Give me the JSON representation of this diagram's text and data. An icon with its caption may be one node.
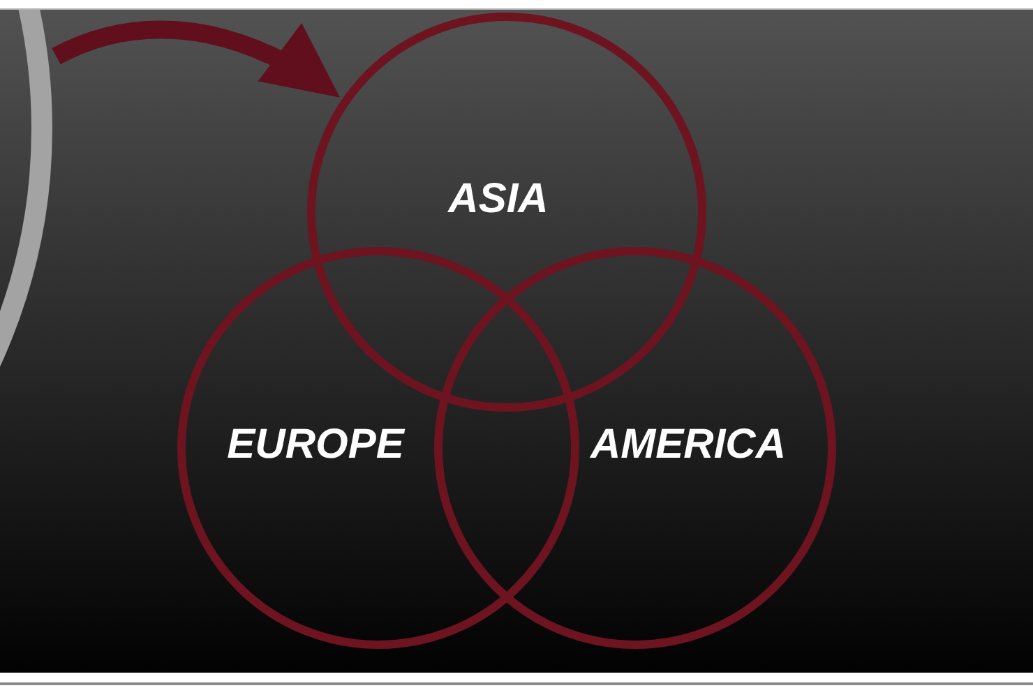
{
  "diagram": {
    "nodes": [
      {
        "text": [],
        "shape": "circle"
      },
      {
        "text": [
          "ASIA"
        ]
      },
      {
        "text": [
          "EUROPE"
        ]
      },
      {
        "text": [
          "AMERICA"
        ]
      }
    ],
    "edges": [
      {
        "from": 0,
        "to": 1,
        "arrow": "to"
      }
    ]
  }
}
